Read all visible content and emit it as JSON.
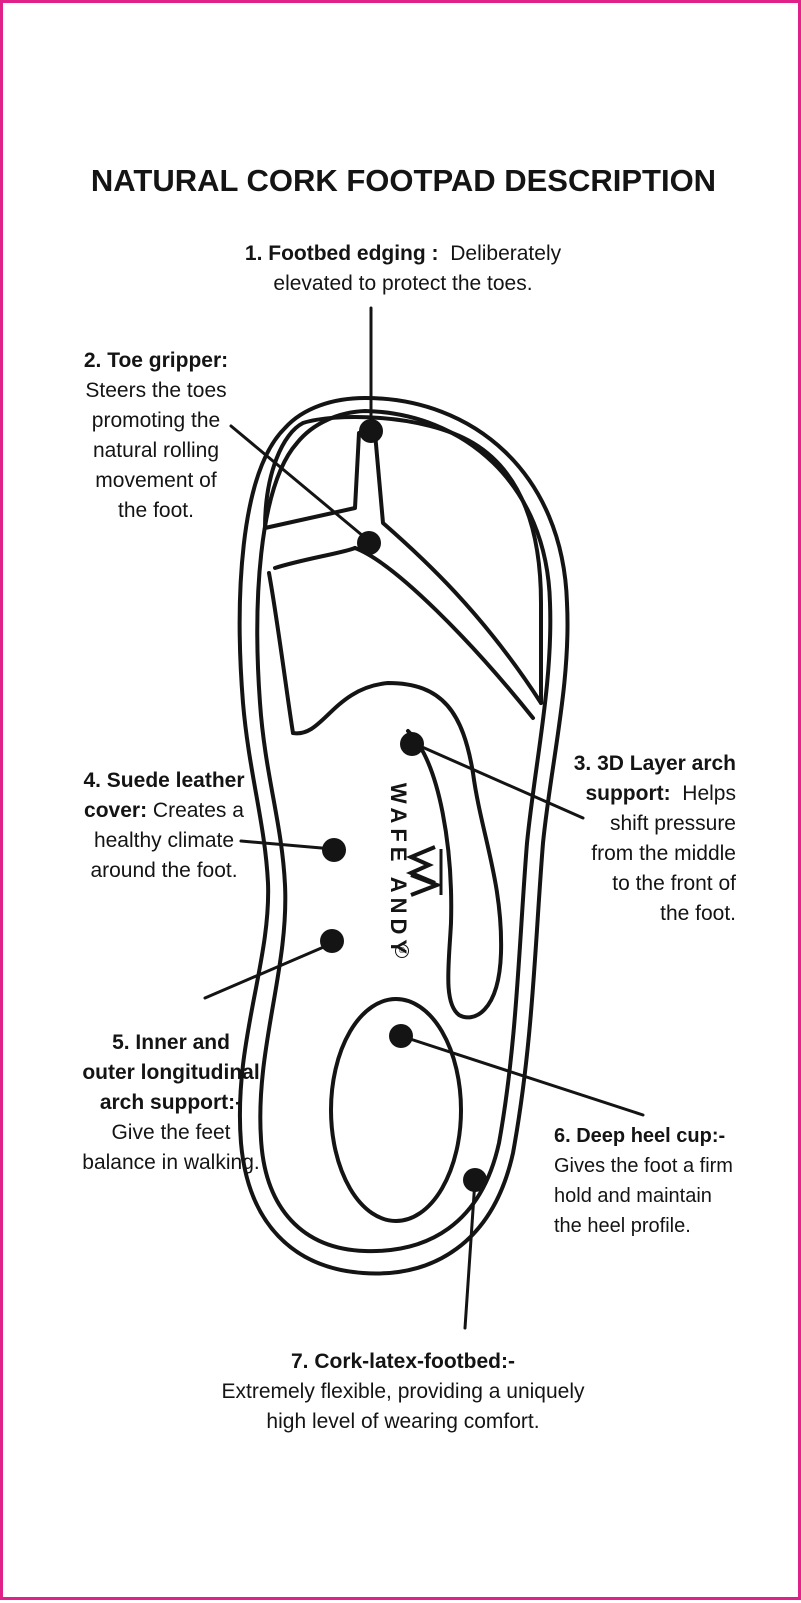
{
  "title": "NATURAL CORK FOOTPAD DESCRIPTION",
  "brand": {
    "name": "WAFE ANDY",
    "logo_mark": "WA-monogram",
    "registered": "®"
  },
  "colors": {
    "frame": "#e0218a",
    "ink": "#141414",
    "background": "#ffffff"
  },
  "callouts": [
    {
      "heading": "1.  Footbed edging :",
      "text_line1": "Deliberately",
      "text_line2": "elevated to protect the toes."
    },
    {
      "heading": "2.  Toe gripper:",
      "lines": [
        "Steers the toes",
        "promoting the",
        "natural rolling",
        "movement of",
        "the foot."
      ]
    },
    {
      "heading_line1": "3. 3D Layer arch",
      "heading_line2": "support:",
      "text_inline": "Helps",
      "lines": [
        "shift pressure",
        "from the middle",
        "to the front of",
        "the foot."
      ]
    },
    {
      "heading_line1": "4.   Suede leather",
      "heading_line2": "cover:",
      "text_inline": "Creates a",
      "lines": [
        "healthy climate",
        "around the foot."
      ]
    },
    {
      "heading_lines": [
        "5. Inner and",
        "outer longitudinal",
        "arch support:-"
      ],
      "lines": [
        "Give the feet",
        "balance in walking."
      ]
    },
    {
      "heading": "6.  Deep heel cup:-",
      "lines": [
        "Gives the foot a firm",
        "hold and maintain",
        "the heel profile."
      ]
    },
    {
      "heading": "7.  Cork-latex-footbed:-",
      "lines": [
        "Extremely flexible, providing a uniquely",
        "high level of wearing comfort."
      ]
    }
  ]
}
